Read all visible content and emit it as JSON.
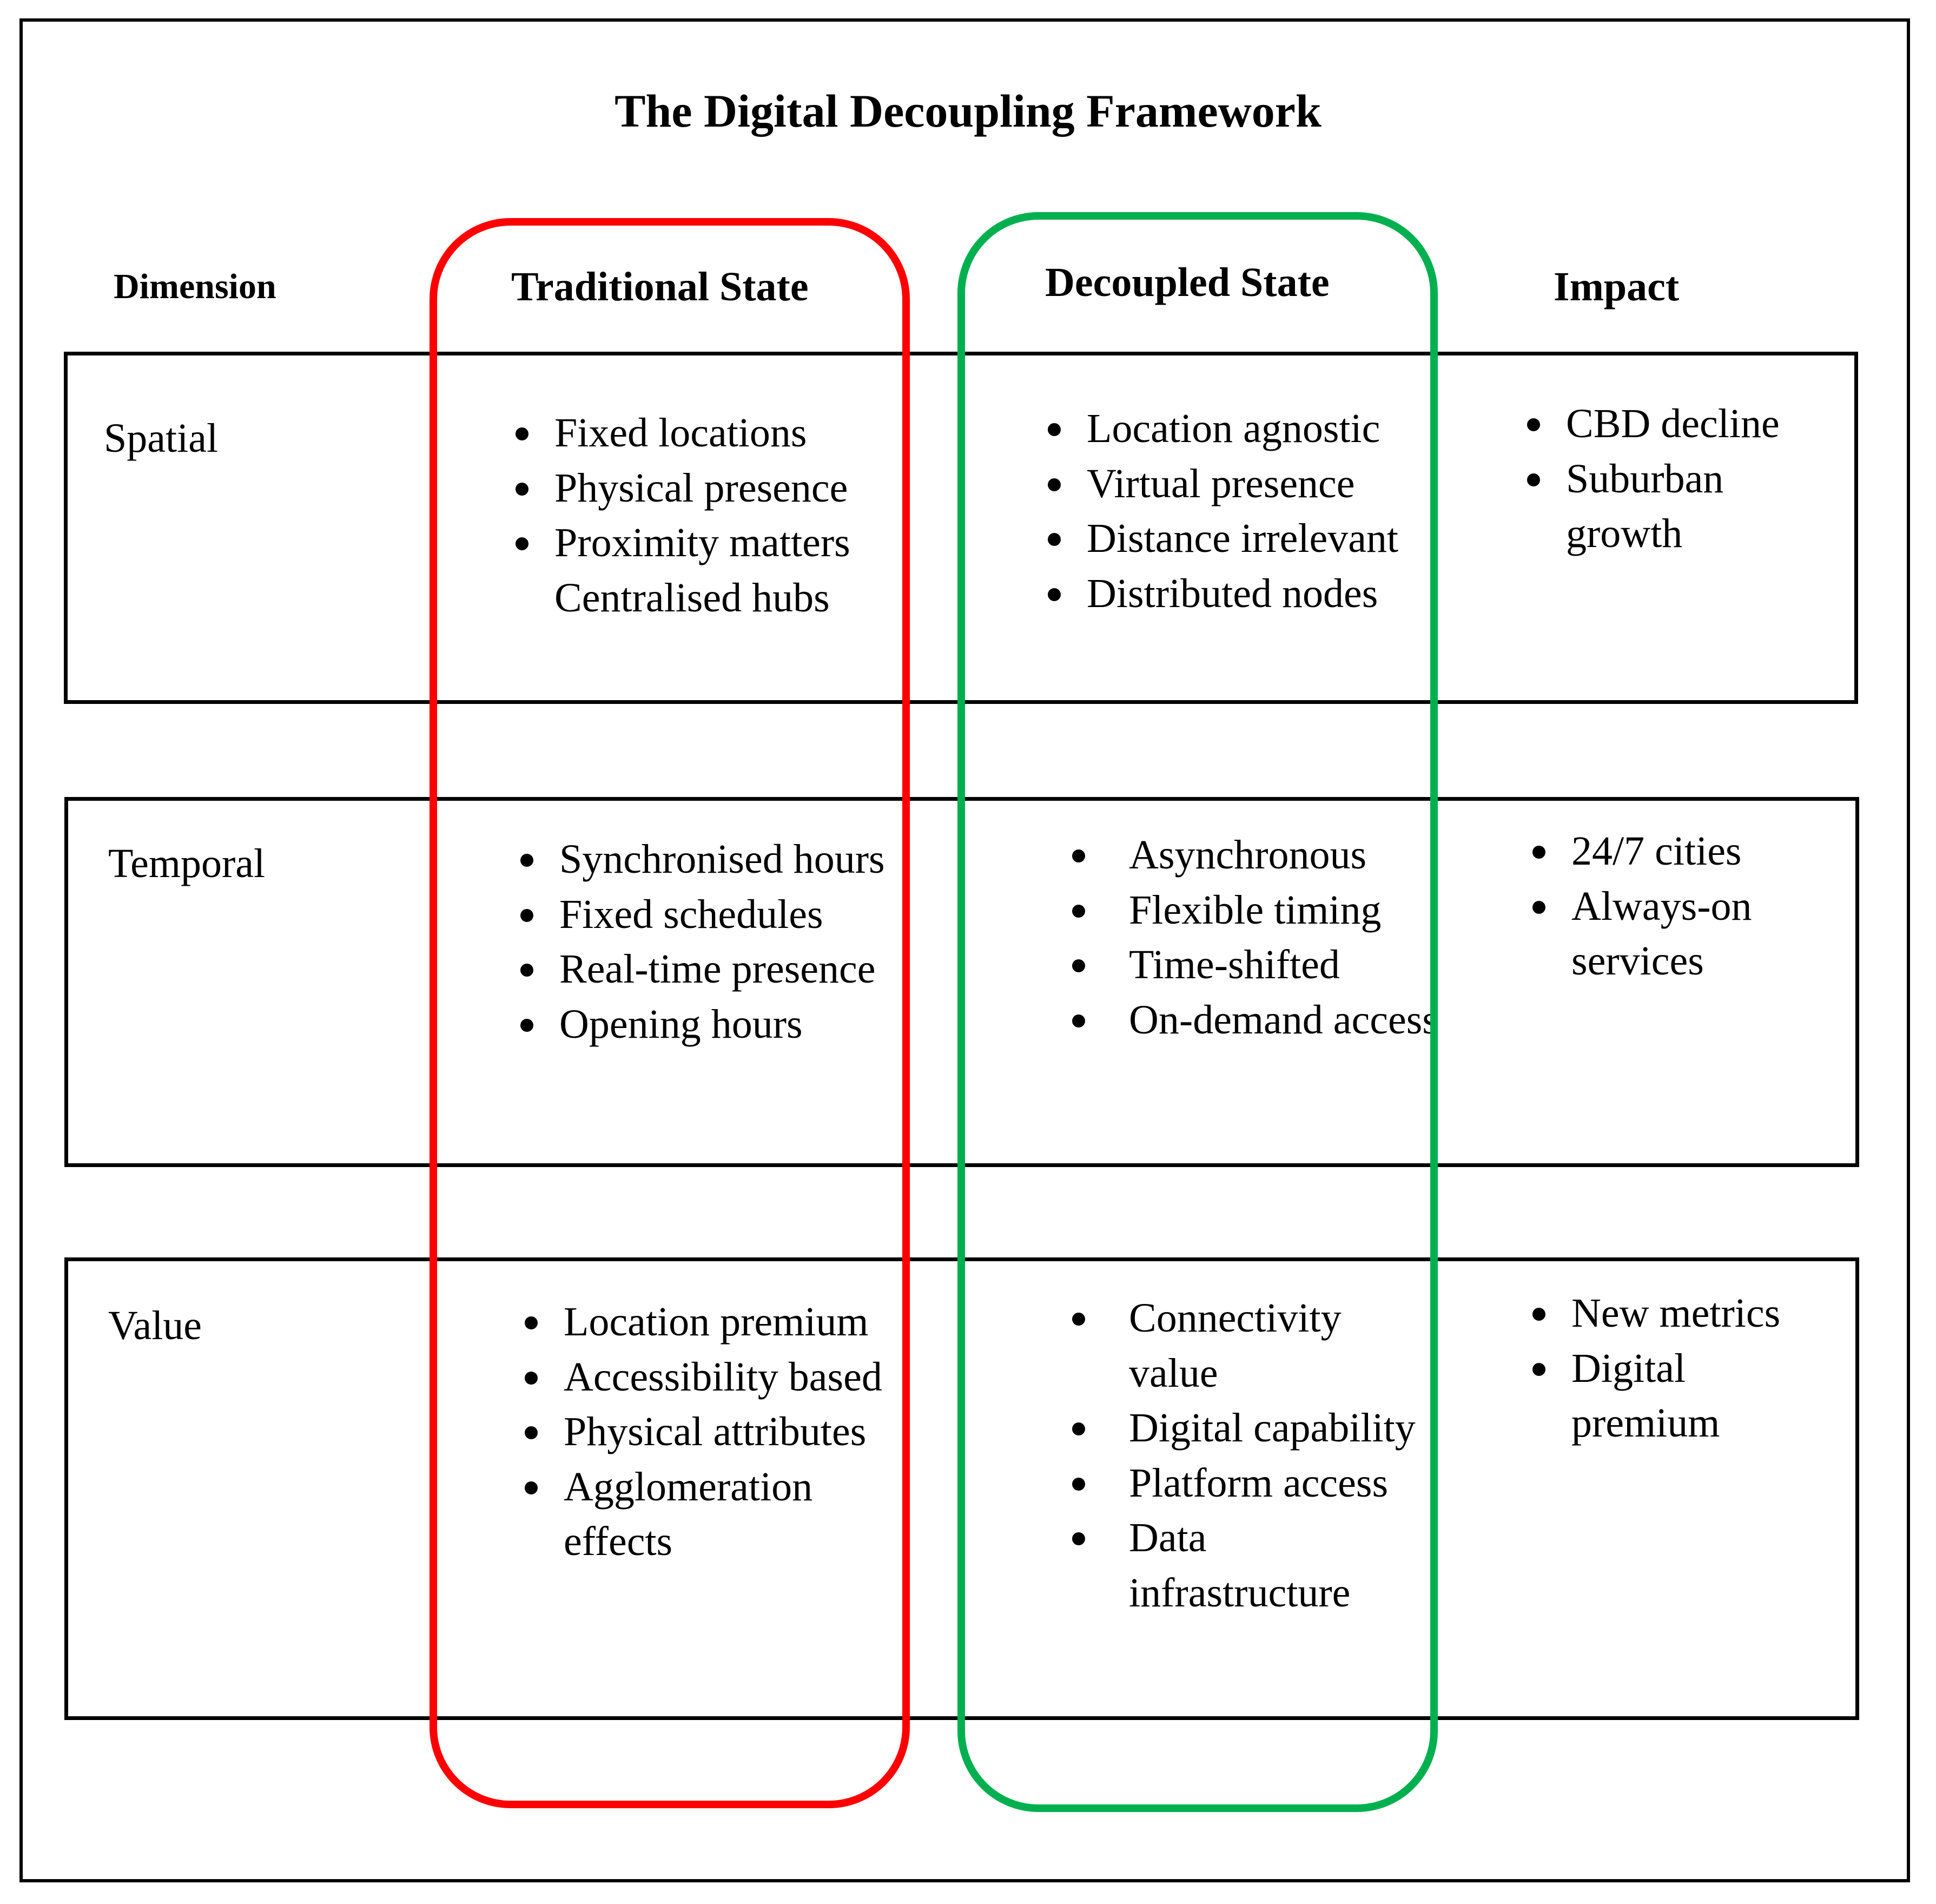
{
  "title": "The Digital Decoupling Framework",
  "headers": {
    "dimension": "Dimension",
    "traditional": "Traditional State",
    "decoupled": "Decoupled State",
    "impact": "Impact"
  },
  "colors": {
    "traditional_outline": "#ff0000",
    "decoupled_outline": "#00b04f"
  },
  "rows": [
    {
      "dimension": "Spatial",
      "traditional": [
        "Fixed locations",
        "Physical presence",
        "Proximity matters",
        "Centralised hubs"
      ],
      "decoupled": [
        "Location agnostic",
        "Virtual presence",
        "Distance irrelevant",
        "Distributed nodes"
      ],
      "impact": [
        "CBD decline",
        "Suburban",
        "growth"
      ]
    },
    {
      "dimension": "Temporal",
      "traditional": [
        "Synchronised hours",
        "Fixed schedules",
        "Real-time presence",
        "Opening hours"
      ],
      "decoupled": [
        "Asynchronous",
        "Flexible timing",
        "Time-shifted",
        "On-demand access"
      ],
      "impact": [
        "24/7 cities",
        "Always-on",
        "services"
      ]
    },
    {
      "dimension": "Value",
      "traditional": [
        "Location premium",
        "Accessibility based",
        "Physical attributes",
        "Agglomeration",
        "effects"
      ],
      "decoupled": [
        "Connectivity",
        "value",
        "Digital capability",
        "Platform access",
        "Data",
        "infrastructure"
      ],
      "impact": [
        "New metrics",
        "Digital",
        "premium"
      ]
    }
  ]
}
